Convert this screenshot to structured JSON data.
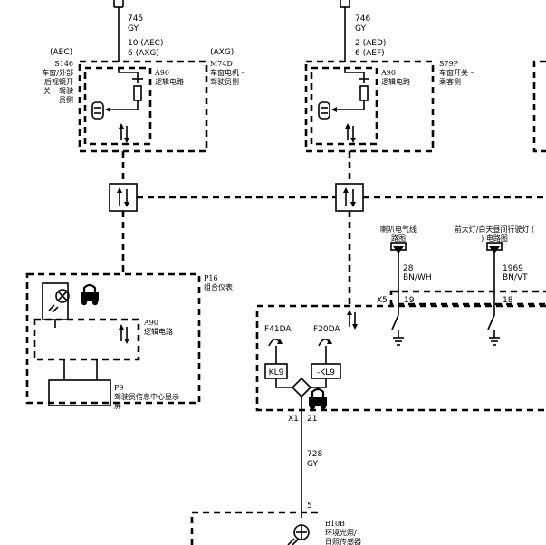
{
  "left_module": {
    "upper_wire_num": "745",
    "upper_wire_color": "GY",
    "pin_line1": "10 (AEC)",
    "pin_line2": "6 (AXG)",
    "variant_left": "(AEC)",
    "variant_right": "(AXG)",
    "s146_code": "S146",
    "s146_l1": "车窗/外部",
    "s146_l2": "后视镜开",
    "s146_l3": "关 – 驾驶",
    "s146_l4": "员侧",
    "a90_code": "A90",
    "a90_label": "逻辑电路",
    "m74d_code": "M74D",
    "m74d_l1": "车窗电机 –",
    "m74d_l2": "驾驶员侧"
  },
  "right_module": {
    "upper_wire_num": "746",
    "upper_wire_color": "GY",
    "pin_line1": "2 (AED)",
    "pin_line2": "6 (AEF)",
    "a90_code": "A90",
    "a90_label": "逻辑电路",
    "s79p_code": "S79P",
    "s79p_l1": "车窗开关 –",
    "s79p_l2": "乘客侧"
  },
  "cluster": {
    "p16_code": "P16",
    "p16_label": "组合仪表",
    "a90_code": "A90",
    "a90_label": "逻辑电路",
    "p9_code": "P9",
    "p9_l1": "驾驶员信息中心显示",
    "p9_l2": "屏"
  },
  "refs": {
    "horn_l1": "喇叭电气线",
    "horn_l2": "路图",
    "headlamp_l1": "前大灯/白天昼间行驶灯 (",
    "headlamp_l2": ") 电路图"
  },
  "x5": {
    "conn": "X5",
    "horn_wire_num": "28",
    "horn_wire_color": "BN/WH",
    "horn_pin": "19",
    "lamp_wire_num": "1969",
    "lamp_wire_color": "BN/VT",
    "lamp_pin": "18"
  },
  "bcm": {
    "fuse_left": "F41DA",
    "fuse_right": "F20DA",
    "kl9_left": "KL9",
    "kl9_right": "-KL9",
    "x1_conn": "X1",
    "x1_pin": "21"
  },
  "sensor": {
    "wire_num": "728",
    "wire_color": "GY",
    "pin": "5",
    "b10b_code": "B10B",
    "b10b_l1": "环境光照/",
    "b10b_l2": "日照传感器"
  }
}
